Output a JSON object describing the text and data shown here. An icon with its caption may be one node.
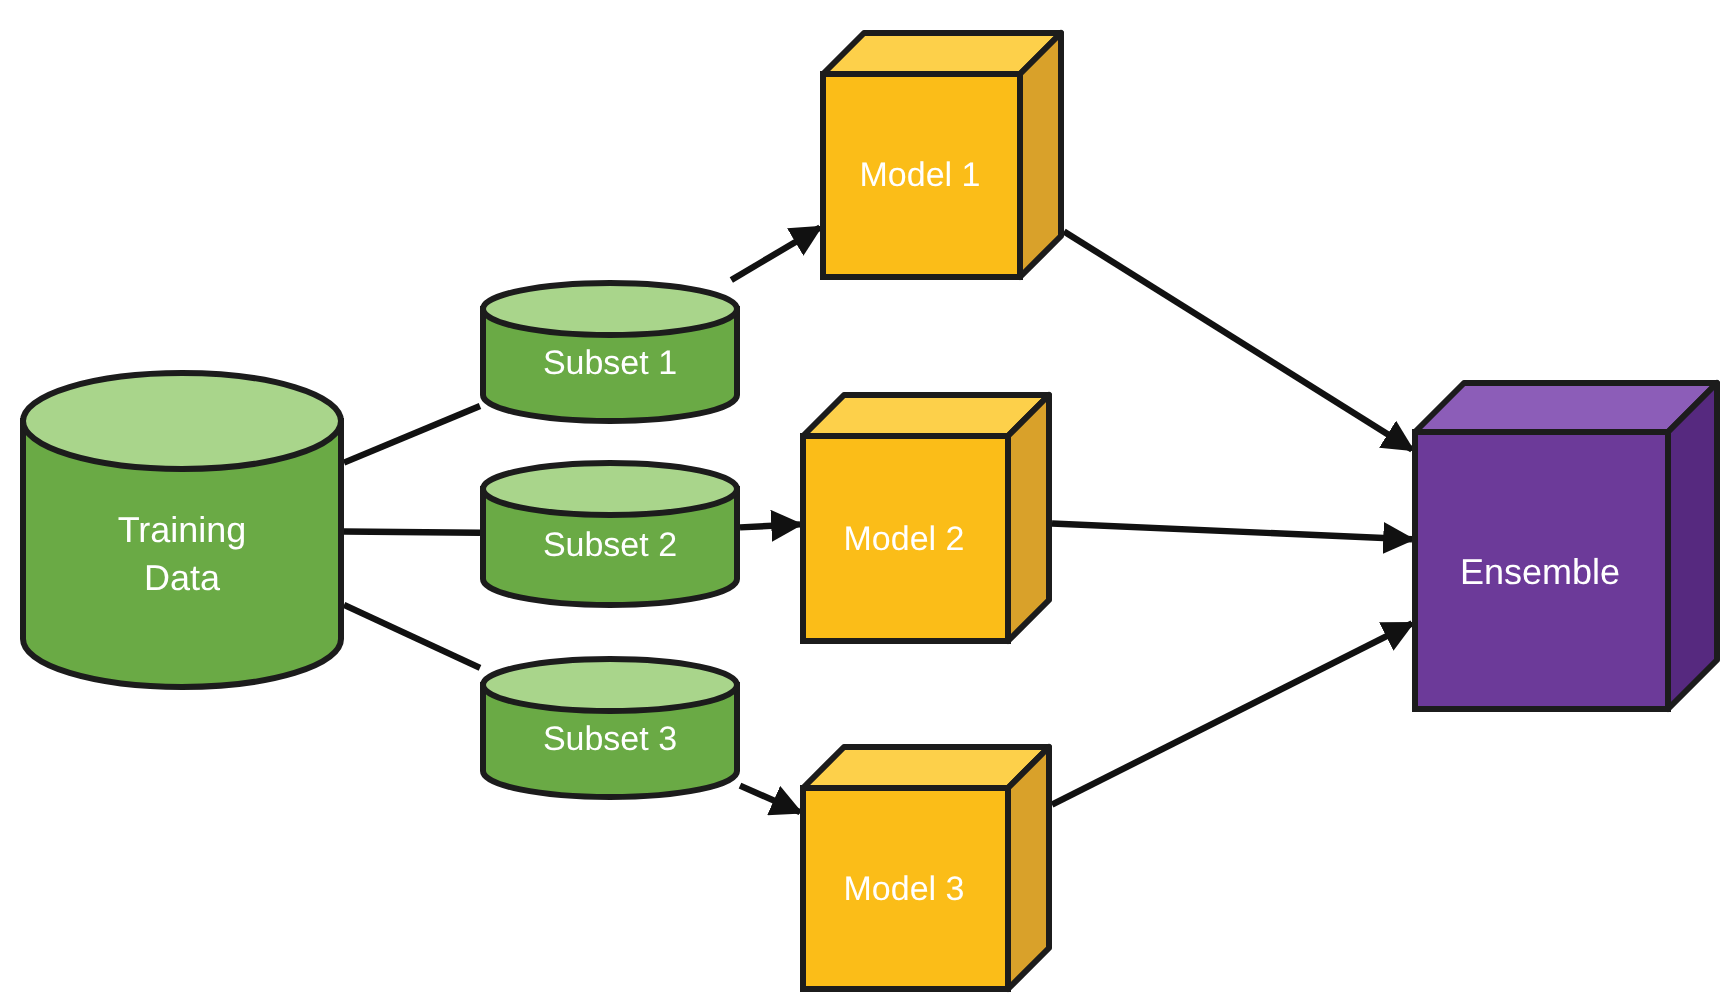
{
  "diagram": {
    "nodes": [
      {
        "text": [
          "Training Data"
        ]
      },
      {
        "text": [
          "Subset 1"
        ]
      },
      {
        "text": [
          "Subset 2"
        ]
      },
      {
        "text": [
          "Subset 3"
        ]
      },
      {
        "text": [
          "Model 1"
        ]
      },
      {
        "text": [
          "Model 2"
        ]
      },
      {
        "text": [
          "Model 3"
        ]
      },
      {
        "text": [
          "Ensemble"
        ]
      }
    ],
    "edges": [
      {
        "from": 0,
        "to": 1,
        "arrow": "none"
      },
      {
        "from": 0,
        "to": 2,
        "arrow": "none"
      },
      {
        "from": 0,
        "to": 3,
        "arrow": "none"
      },
      {
        "from": 1,
        "to": 4,
        "arrow": "to"
      },
      {
        "from": 2,
        "to": 5,
        "arrow": "to"
      },
      {
        "from": 3,
        "to": 6,
        "arrow": "to"
      },
      {
        "from": 4,
        "to": 7,
        "arrow": "to"
      },
      {
        "from": 5,
        "to": 7,
        "arrow": "to"
      },
      {
        "from": 6,
        "to": 7,
        "arrow": "to"
      }
    ]
  }
}
